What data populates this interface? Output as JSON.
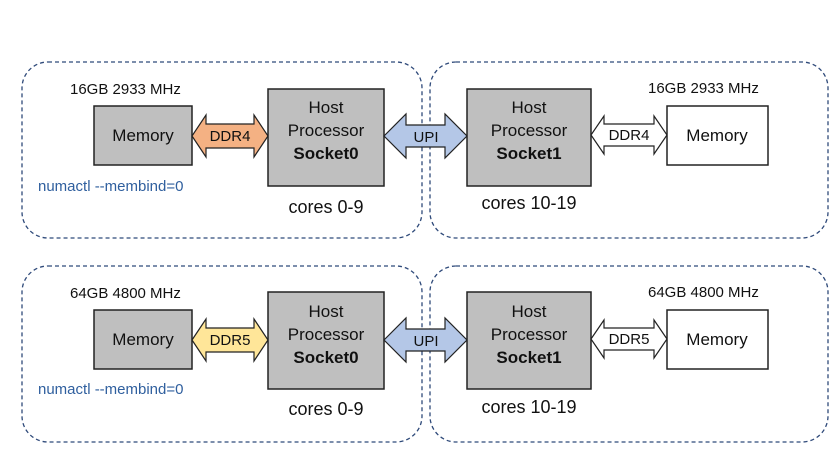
{
  "colors": {
    "dashed_border": "#2f4a7a",
    "processor_fill": "#bfbfbf",
    "memory_fill_gray": "#bfbfbf",
    "memory_fill_white": "#ffffff",
    "ddr4_fill": "#f4b183",
    "ddr5_fill": "#ffe699",
    "upi_fill": "#b4c7e7",
    "white_arrow_fill": "#ffffff",
    "numactl_text": "#2f5f9e"
  },
  "icons": {
    "link_arrow": "double-headed-arrow"
  },
  "rows": [
    {
      "left": {
        "memory_spec": "16GB 2933 MHz",
        "memory_label": "Memory",
        "link_label": "DDR4",
        "processor_line1": "Host",
        "processor_line2": "Processor",
        "processor_socket": "Socket0",
        "cores": "cores 0-9",
        "numactl": "numactl --membind=0"
      },
      "interconnect": "UPI",
      "right": {
        "memory_spec": "16GB 2933 MHz",
        "memory_label": "Memory",
        "link_label": "DDR4",
        "processor_line1": "Host",
        "processor_line2": "Processor",
        "processor_socket": "Socket1",
        "cores": "cores 10-19"
      }
    },
    {
      "left": {
        "memory_spec": "64GB 4800 MHz",
        "memory_label": "Memory",
        "link_label": "DDR5",
        "processor_line1": "Host",
        "processor_line2": "Processor",
        "processor_socket": "Socket0",
        "cores": "cores 0-9",
        "numactl": "numactl --membind=0"
      },
      "interconnect": "UPI",
      "right": {
        "memory_spec": "64GB 4800 MHz",
        "memory_label": "Memory",
        "link_label": "DDR5",
        "processor_line1": "Host",
        "processor_line2": "Processor",
        "processor_socket": "Socket1",
        "cores": "cores 10-19"
      }
    }
  ]
}
